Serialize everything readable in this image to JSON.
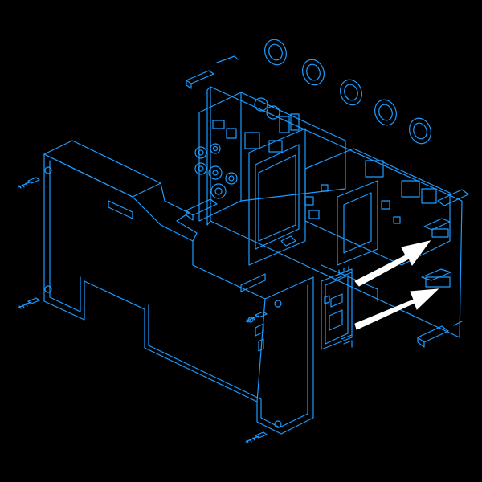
{
  "diagram": {
    "type": "exploded isometric assembly (blueprint style)",
    "background_color": "#000000",
    "line_color": "#1e9bff",
    "arrow_color": "#ffffff",
    "parts": [
      {
        "name": "front-enclosure",
        "label": ""
      },
      {
        "name": "circuit-board-assembly",
        "label": ""
      },
      {
        "name": "daughter-board-module",
        "label": ""
      },
      {
        "name": "mounting-screws",
        "count": 4
      },
      {
        "name": "gasket-rings",
        "count": 5
      },
      {
        "name": "standoffs",
        "count": 4
      },
      {
        "name": "insertion-arrows",
        "count": 2
      }
    ]
  }
}
